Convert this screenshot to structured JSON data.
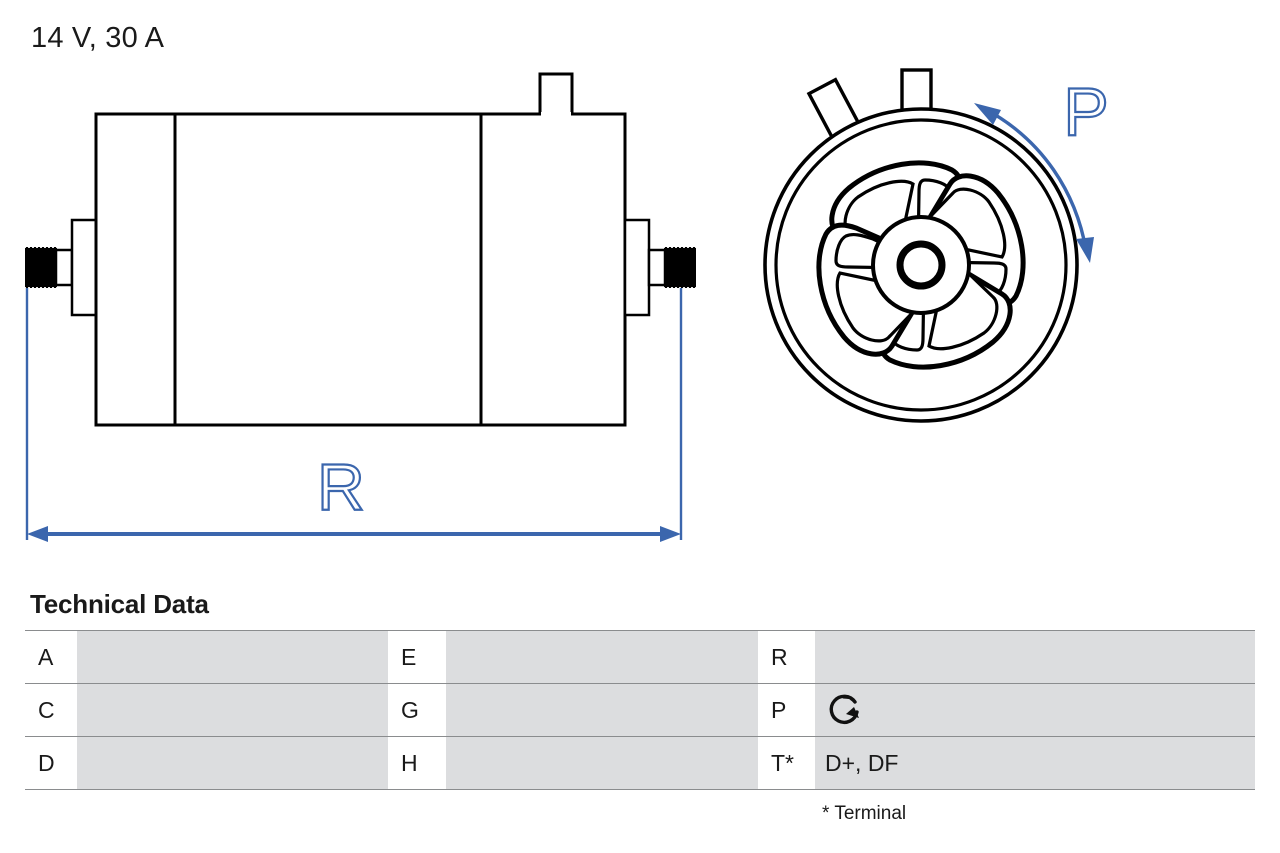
{
  "spec": {
    "title": "14 V, 30 A"
  },
  "colors": {
    "dimension_blue": "#3b66ad",
    "outline_black": "#000000",
    "table_value_bg": "#dcdddf",
    "table_rule": "#8a8c8e"
  },
  "drawing": {
    "side_view": {
      "name": "alternator-side-view",
      "dimension_label": "R",
      "dimension_label_icon": "dimension-arrow-double"
    },
    "end_view": {
      "name": "alternator-fan-end-view",
      "rotation_label": "P",
      "rotation_arc_icon": "rotation-arc-double-arrow",
      "blade_groups": 4,
      "blades_per_group": 2,
      "tabs": 2
    }
  },
  "tech_data": {
    "heading": "Technical Data",
    "footnote": "* Terminal",
    "rows": [
      {
        "c1_label": "A",
        "c1_value": "",
        "c2_label": "E",
        "c2_value": "",
        "c3_label": "R",
        "c3_value": ""
      },
      {
        "c1_label": "C",
        "c1_value": "",
        "c2_label": "G",
        "c2_value": "",
        "c3_label": "P",
        "c3_value": "",
        "c3_icon": "clockwise-rotation-icon"
      },
      {
        "c1_label": "D",
        "c1_value": "",
        "c2_label": "H",
        "c2_value": "",
        "c3_label": "T*",
        "c3_value": "D+, DF"
      }
    ]
  }
}
